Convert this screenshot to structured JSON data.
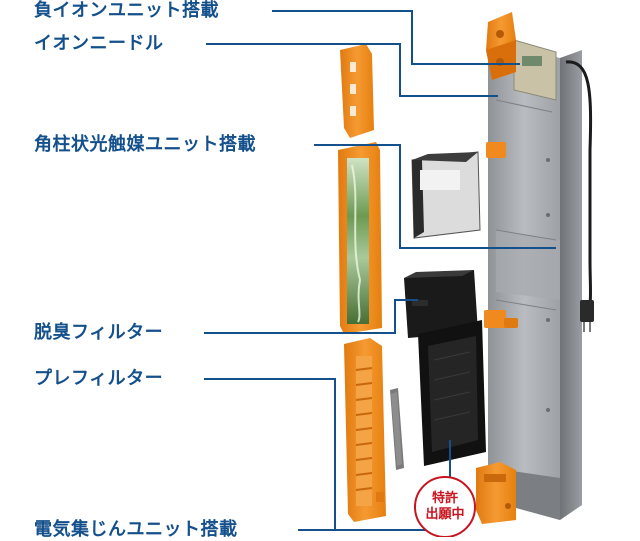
{
  "labels": {
    "ion_unit": "負イオンユニット搭載",
    "ion_needle": "イオンニードル",
    "photocatalyst": "角柱状光触媒ユニット搭載",
    "deodorizing": "脱臭フィルター",
    "prefilter": "プレフィルター",
    "electrostatic": "電気集じんユニット搭載"
  },
  "stamp": {
    "line1": "特許",
    "line2": "出願中"
  },
  "colors": {
    "label_text": "#14508c",
    "leader_line": "#14508c",
    "orange": "#f08a1e",
    "stamp_red": "#c8141e"
  }
}
